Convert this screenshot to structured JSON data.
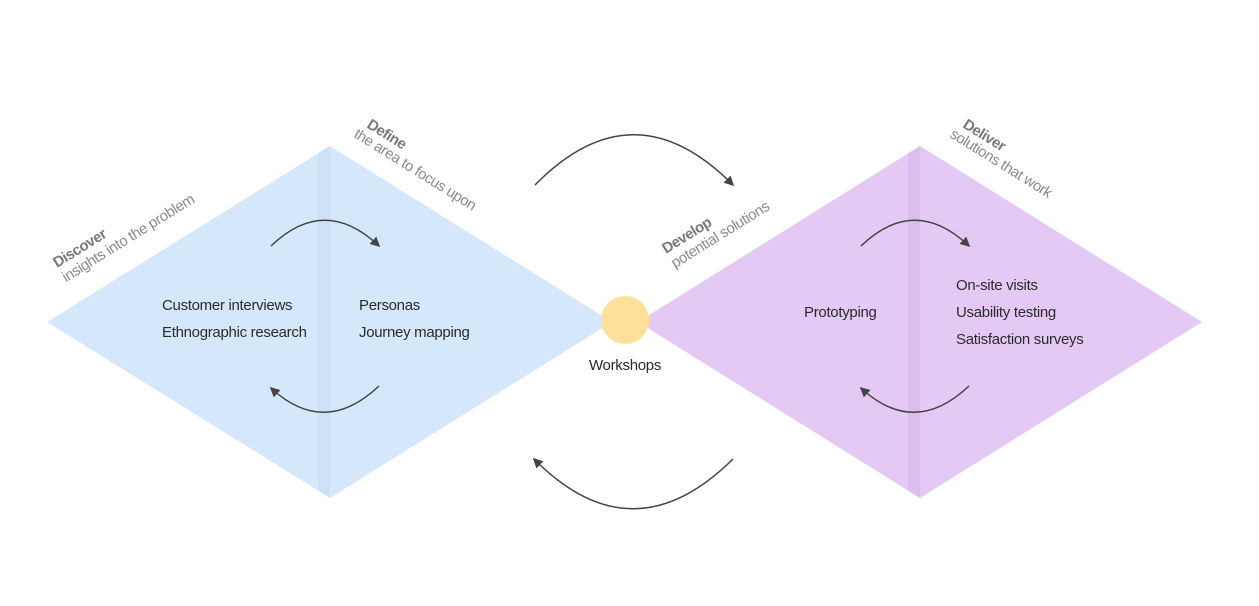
{
  "colors": {
    "diamond_left": "#d5e8fb",
    "diamond_left_shade": "#c6dcf3",
    "diamond_right": "#e4c9f4",
    "diamond_right_shade": "#d7b8ea",
    "center_circle": "#fde19a",
    "arrow": "#444444"
  },
  "phases": {
    "discover": {
      "title": "Discover",
      "subtitle": "insights into the problem"
    },
    "define": {
      "title": "Define",
      "subtitle": "the area to focus upon"
    },
    "develop": {
      "title": "Develop",
      "subtitle": "potential solutions"
    },
    "deliver": {
      "title": "Deliver",
      "subtitle": "solutions that work"
    }
  },
  "left_diamond": {
    "discover_items": [
      "Customer interviews",
      "Ethnographic research"
    ],
    "define_items": [
      "Personas",
      "Journey mapping"
    ]
  },
  "center": {
    "label": "Workshops"
  },
  "right_diamond": {
    "develop_items": [
      "Prototyping"
    ],
    "deliver_items": [
      "On-site visits",
      "Usability testing",
      "Satisfaction surveys"
    ]
  }
}
